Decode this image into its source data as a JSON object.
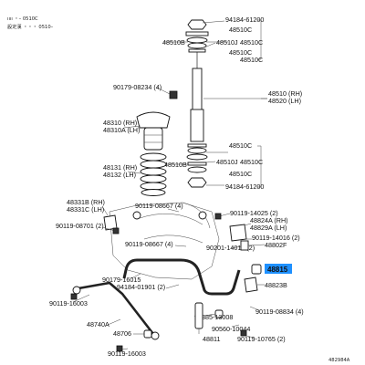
{
  "notes": {
    "line1": "ıııı  ・– 0510С",
    "line2": "設定漢 ・・・ 0510–"
  },
  "labels": {
    "p94184_61200_top": "94184-61200",
    "p48510B_top": "48510B",
    "p48510C_1": "48510C",
    "p48510J_1": "48510J",
    "p48510C_2": "48510C",
    "p48510C_3": "48510C",
    "p48510C_4": "48510C",
    "p90179_08234": "90179-08234 (4)",
    "p48510_rh": "48510 (RH)",
    "p48520_lh": "48520 (LH)",
    "p48310_rh": "48310 (RH)",
    "p48310A_lh": "48310A (LH)",
    "p48510C_5": "48510C",
    "p48510B_bot": "48510B",
    "p48510J_2": "48510J",
    "p48510C_6": "48510C",
    "p48510C_7": "48510C",
    "p48131_rh": "48131 (RH)",
    "p48132_lh": "48132 (LH)",
    "p94184_61200_bot": "94184-61200",
    "p48331B_rh": "48331B (RH)",
    "p48331C_lh": "48331C (LH)",
    "p90119_08701": "90119-08701 (2)",
    "p90119_08667_top": "90119-08667 (4)",
    "p90119_14025": "90119-14025 (2)",
    "p48824A_rh": "48824A (RH)",
    "p48829A_lh": "48829A (LH)",
    "p90119_14016_a": "90119-14016 (2)",
    "p90119_08667_mid": "90119-08667 (4)",
    "p90201_14016": "90201-14016 (2)",
    "p48802F": "48802F",
    "p48815": "48815",
    "p90179_16015": "90179-16015",
    "p94184_01901": "94184-01901 (2)",
    "p48823B": "48823B",
    "p90119_16003_a": "90119-16003",
    "p90385_13008": "90385-13008",
    "p90119_08834": "90119-08834 (4)",
    "p48740A": "48740A",
    "p90560_10044": "90560-10044",
    "p48706": "48706",
    "p48811": "48811",
    "p90119_10765": "90119-10765 (2)",
    "p90119_16003_b": "90119-16003",
    "diagram_code": "482984A"
  },
  "highlight_color": "#1e90ff"
}
